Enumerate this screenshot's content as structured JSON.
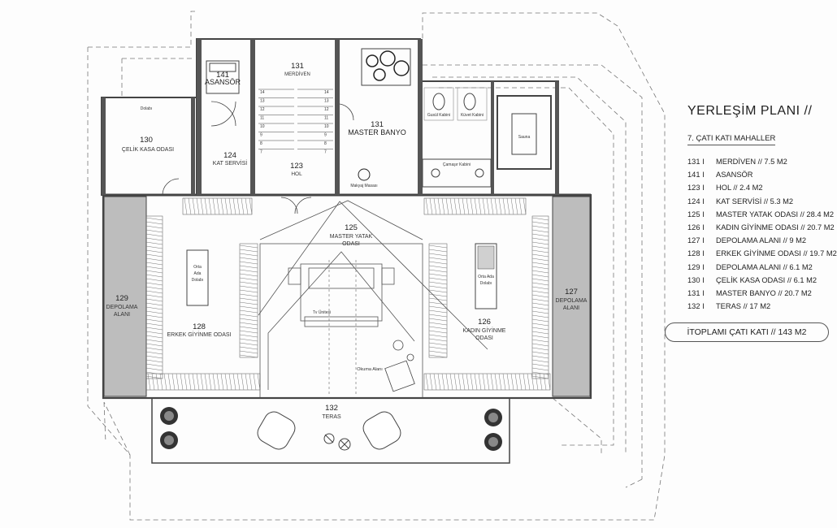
{
  "legend": {
    "title": "YERLEŞİM PLANI //",
    "subtitle": "7. ÇATI KATI MAHALLER",
    "items": [
      {
        "code": "131 I",
        "text": "MERDİVEN // 7.5 M2"
      },
      {
        "code": "141 I",
        "text": "ASANSÖR"
      },
      {
        "code": "123 I",
        "text": "HOL // 2.4 M2"
      },
      {
        "code": "124 I",
        "text": "KAT SERVİSİ // 5.3 M2"
      },
      {
        "code": "125 I",
        "text": "MASTER YATAK ODASI // 28.4 M2"
      },
      {
        "code": "126 I",
        "text": "KADIN GİYİNME ODASI // 20.7 M2"
      },
      {
        "code": "127 I",
        "text": "DEPOLAMA ALANI // 9 M2"
      },
      {
        "code": "128 I",
        "text": "ERKEK GİYİNME ODASI // 19.7 M2"
      },
      {
        "code": "129 I",
        "text": "DEPOLAMA ALANI // 6.1 M2"
      },
      {
        "code": "130 I",
        "text": "ÇELİK KASA ODASI // 6.1 M2"
      },
      {
        "code": "131 I",
        "text": "MASTER BANYO // 20.7 M2"
      },
      {
        "code": "132 I",
        "text": "TERAS // 17 M2"
      }
    ],
    "total": "İTOPLAMI ÇATI KATI // 143 M2"
  },
  "rooms": {
    "asansor": {
      "num": "141",
      "name": "ASANSÖR"
    },
    "merdiven": {
      "num": "131",
      "name": "MERDİVEN"
    },
    "master_banyo": {
      "num": "131",
      "name": "MASTER BANYO"
    },
    "celik_kasa": {
      "num": "130",
      "name": "ÇELİK KASA ODASI"
    },
    "kat_servisi": {
      "num": "124",
      "name": "KAT SERVİSİ"
    },
    "hol": {
      "num": "123",
      "name": "HOL"
    },
    "master_yatak": {
      "num": "125",
      "name1": "MASTER YATAK",
      "name2": "ODASI"
    },
    "depolama_129": {
      "num": "129",
      "name1": "DEPOLAMA",
      "name2": "ALANI"
    },
    "erkek": {
      "num": "128",
      "name": "ERKEK GİYİNME ODASI"
    },
    "kadin": {
      "num": "126",
      "name1": "KADIN GİYİNME",
      "name2": "ODASI"
    },
    "depolama_127": {
      "num": "127",
      "name1": "DEPOLAMA",
      "name2": "ALANI"
    },
    "teras": {
      "num": "132",
      "name": "TERAS"
    }
  },
  "small_labels": {
    "dolabi": "Dolabı",
    "gusul": "Gusül Kabini",
    "kuvet": "Küvet Kabini",
    "sauna": "Sauna",
    "camasir": "Çamaşır Kabini",
    "makyaj": "Makyaj Masası",
    "tv": "Tv Ünitesi",
    "okuma": "Okuma Alanı",
    "orta_ada": "Orta",
    "orta_ada2": "Ada",
    "orta_ada3": "Dolabı",
    "orta_ada_r": "Orta Ada",
    "orta_ada_r2": "Dolabı"
  },
  "stairs": {
    "left": [
      "14",
      "13",
      "12",
      "11",
      "10",
      "9",
      "8",
      "7"
    ],
    "right": [
      "14",
      "13",
      "12",
      "11",
      "10",
      "9",
      "8",
      "7"
    ]
  }
}
